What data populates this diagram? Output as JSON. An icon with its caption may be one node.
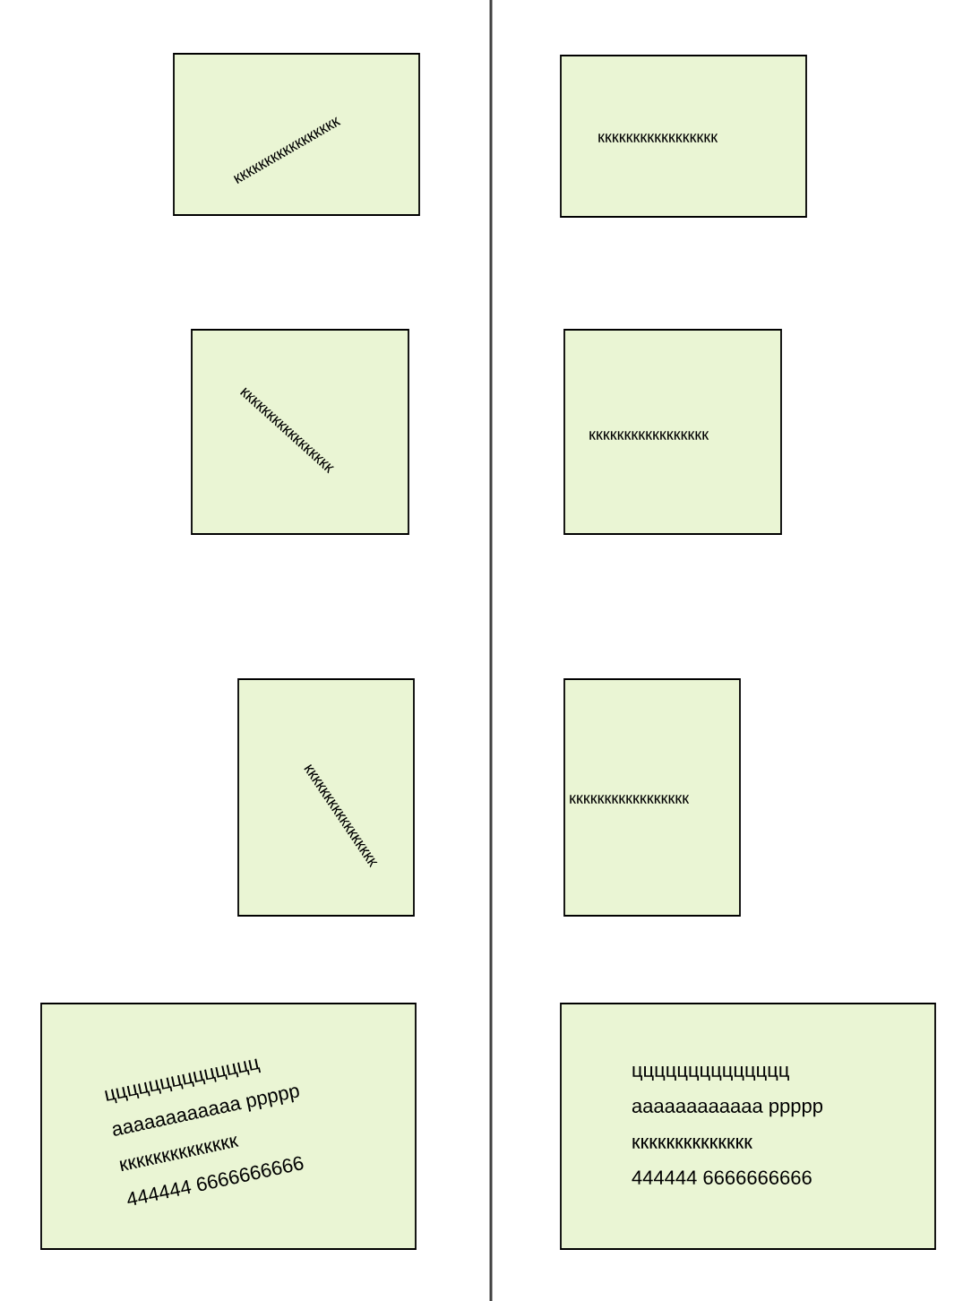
{
  "diagram": {
    "nodes": [
      {
        "text": [
          "ккккккккккккккккк"
        ]
      },
      {
        "text": [
          "ккккккккккккккккк"
        ]
      },
      {
        "text": [
          "ккккккккккккккккк"
        ]
      },
      {
        "text": [
          "ккккккккккккккккк"
        ]
      },
      {
        "text": [
          "ккккккккккккккккк"
        ]
      },
      {
        "text": [
          "ккккккккккккккккк"
        ]
      },
      {
        "text": [
          "цццццццццццццц",
          "аааааааааааа ррррр",
          "кккккккккккккк",
          "444444 6666666666"
        ]
      },
      {
        "text": [
          "цццццццццццццц",
          "аааааааааааа ррррр",
          "кккккккккккккк",
          "444444 6666666666"
        ]
      }
    ]
  }
}
